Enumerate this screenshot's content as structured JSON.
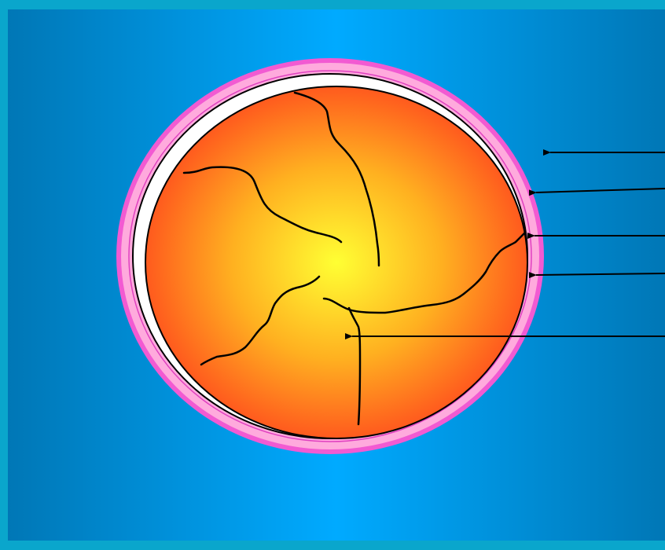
{
  "diagram": {
    "labels": [],
    "colors": {
      "outer_frame": "#0aa6cc",
      "panel_edge": "#0077b6",
      "panel_center": "#00aaff",
      "outer_membrane": "#f25ad2",
      "outer_membrane_inner": "#ffaadd",
      "perivitelline_space": "#ffffff",
      "sphere_center": "#ffff33",
      "sphere_mid": "#ffb020",
      "sphere_edge": "#ff5a1e",
      "lines": "#000000"
    },
    "components": [
      "outer-membrane",
      "perivitelline-space",
      "sphere",
      "crack-lines",
      "pointer-arrows"
    ]
  }
}
